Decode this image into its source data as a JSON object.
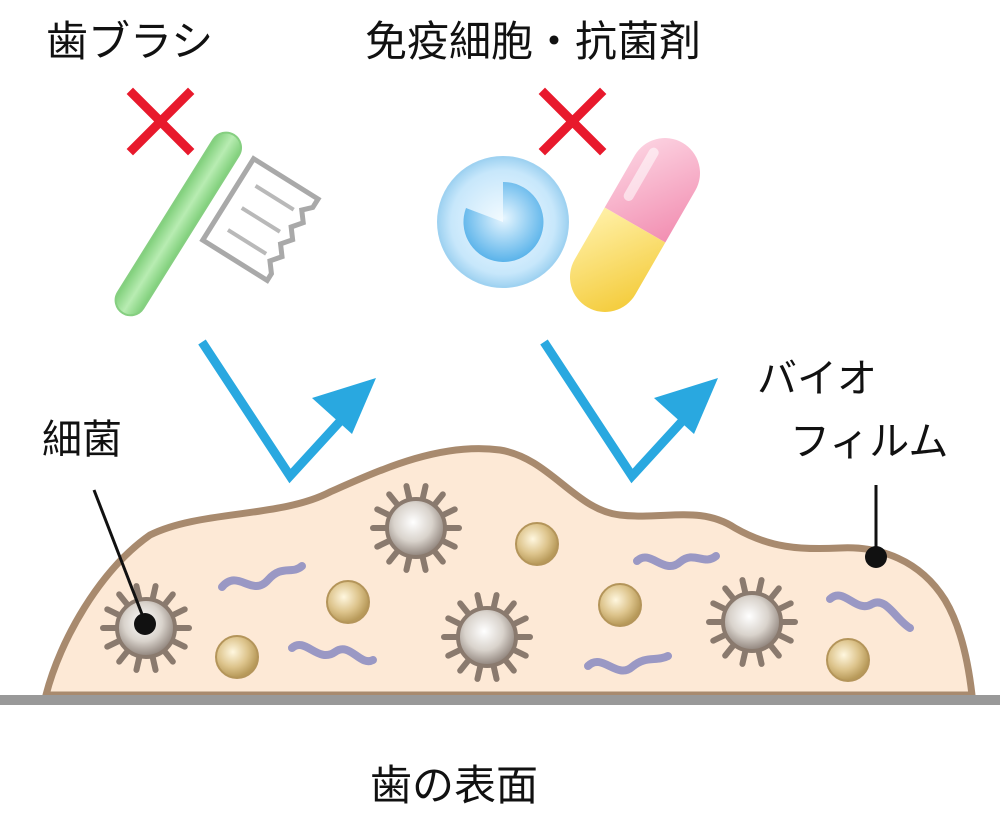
{
  "labels": {
    "toothbrush": "歯ブラシ",
    "immune_antibacterial": "免疫細胞・抗菌剤",
    "bacteria": "細菌",
    "biofilm_line1": "バイオ",
    "biofilm_line2": "フィルム",
    "tooth_surface": "歯の表面"
  },
  "colors": {
    "cross": "#e8192c",
    "arrow": "#29a8e0",
    "biofilm_fill": "#fde9d6",
    "biofilm_stroke": "#a88a6e",
    "tooth_surface": "#999999",
    "brush_handle": "#8fd88a",
    "capsule_top": "#f7a7c2",
    "capsule_bottom": "#f6d24a",
    "immune_cell": "#a9d8f5",
    "coccus": "#c9a86a",
    "spirillum": "#9a98c4",
    "spiky_bacterium": "#8a7a6e"
  },
  "icons": {
    "blocked_1": "cross-icon",
    "blocked_2": "cross-icon",
    "brush": "toothbrush-icon",
    "cell": "immune-cell-icon",
    "drug": "capsule-icon"
  }
}
